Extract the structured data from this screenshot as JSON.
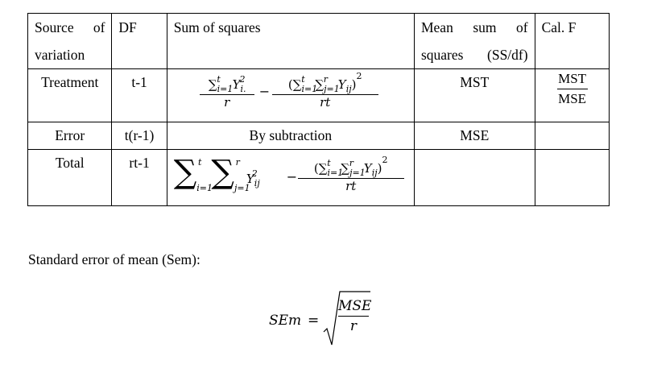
{
  "table": {
    "headers": {
      "source_of_variation_line1": "Source of",
      "source_of_variation_line2": "variation",
      "df": "DF",
      "sum_of_squares": "Sum of squares",
      "mean_sum_line1": "Mean sum of",
      "mean_sum_line2": "squares (SS/df)",
      "cal_f": "Cal. F"
    },
    "rows": [
      {
        "source": "Treatment",
        "df": "t-1",
        "sum_of_squares_formula": {
          "numerator_left": "∑",
          "sub_left": "i=1",
          "sup_left": "t",
          "y_term": "Y",
          "y_sub": "i.",
          "y_sup": "2",
          "denominator_left": "r",
          "minus": "−",
          "numerator_right": "(∑",
          "sub_i": "i=1",
          "sup_i": "t",
          "sum2": "∑",
          "sub_j": "j=1",
          "sup_j": "r",
          "y_right": "Y",
          "y_right_sub": "ij",
          "close_paren": ")",
          "power": "2",
          "denominator_right": "rt"
        },
        "mean_squares": "MST",
        "cal_f_numerator": "MST",
        "cal_f_denominator": "MSE"
      },
      {
        "source": "Error",
        "df": "t(r-1)",
        "sum_of_squares_text": "By subtraction",
        "mean_squares": "MSE",
        "cal_f": ""
      },
      {
        "source": "Total",
        "df": "rt-1",
        "sum_of_squares_formula": {
          "sigma1": "∑",
          "sigma1_sub": "i=1",
          "sigma1_sup": "t",
          "sigma2": "∑",
          "sigma2_sub": "j=1",
          "sigma2_sup": "r",
          "y_term": "Y",
          "y_sub": "ij",
          "y_sup": "2",
          "minus": "−",
          "numerator_right": "(∑",
          "sub_i": "i=1",
          "sup_i": "t",
          "sum2": "∑",
          "sub_j": "j=1",
          "sup_j": "r",
          "y_right": "Y",
          "y_right_sub": "ij",
          "close_paren": ")",
          "power": "2",
          "denominator_right": "rt"
        },
        "mean_squares": "",
        "cal_f": ""
      }
    ]
  },
  "sem_label": "Standard error of mean (Sem):",
  "sem_formula": {
    "lhs": "SEm",
    "equals": "=",
    "numerator": "MSE",
    "denominator": "r"
  }
}
